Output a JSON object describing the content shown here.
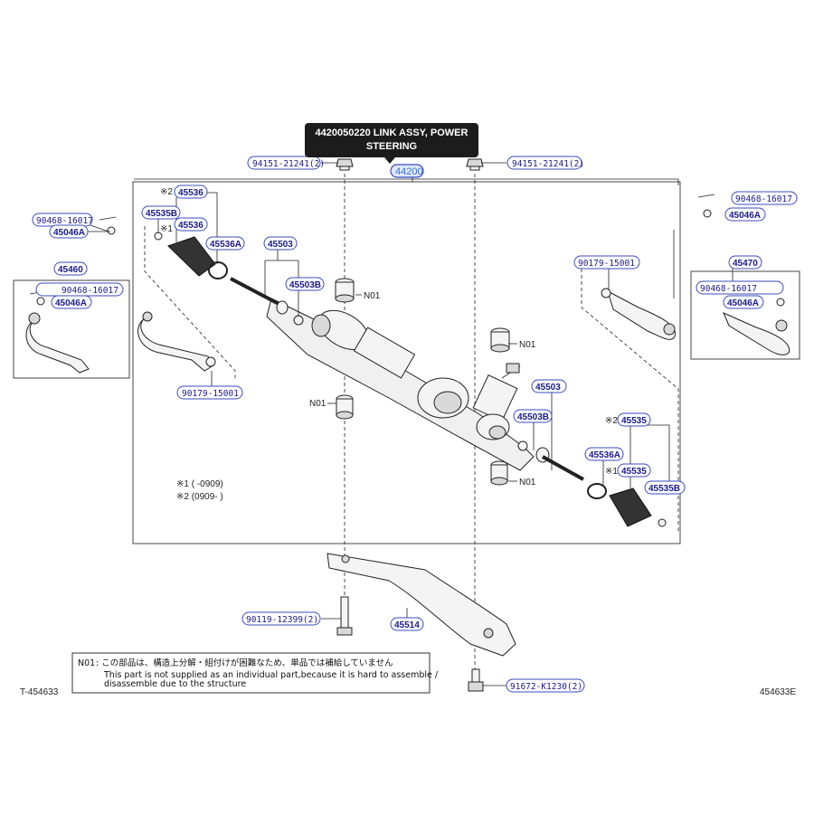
{
  "tooltip": {
    "line1": "4420050220 LINK ASSY, POWER",
    "line2": "STEERING"
  },
  "labels": {
    "nut_left": "94151-21241(2)",
    "nut_right": "94151-21241(2)",
    "main_assy": "44200",
    "boot_clamp_l": "45536",
    "clamp_l": "45535B",
    "boot_l": "45536",
    "band_l": "45536A",
    "note_mark_2": "※2",
    "note_mark_1": "※1",
    "pin_l": "90468-16017",
    "castle_l": "45046A",
    "tie_end_l_grp": "45460",
    "pin_l2": "90468-16017",
    "castle_l2": "45046A",
    "rod_l": "45503",
    "rod_l_b": "45503B",
    "nut_tie_l": "90179-15001",
    "n01_a": "N01",
    "n01_b": "N01",
    "n01_c": "N01",
    "n01_d": "N01",
    "pin_r": "90468-16017",
    "castle_r": "45046A",
    "nut_tie_r": "90179-15001",
    "tie_end_r_grp": "45470",
    "pin_r2": "90468-16017",
    "castle_r2": "45046A",
    "rod_r": "45503",
    "rod_r_b": "45503B",
    "boot_r": "45535",
    "band_r": "45536A",
    "boot_r2": "45535",
    "clamp_r": "45535B",
    "mark_2r": "※2",
    "mark_1r": "※1",
    "bolt": "90119-12399(2)",
    "crossmember": "45514",
    "bolt_r": "91672-K1230(2)",
    "range1": "※1 (    -0909)",
    "range2": "※2 (0909-    )"
  },
  "note_box": {
    "code": "N01",
    "jp": ": この部品は、構造上分解・組付けが困難なため、単品では補給していません",
    "en1": "This part is not supplied as an individual part,because it is hard to assemble /",
    "en2": "disassemble due to the structure"
  },
  "footer": {
    "left": "T-454633",
    "right": "454633E"
  }
}
